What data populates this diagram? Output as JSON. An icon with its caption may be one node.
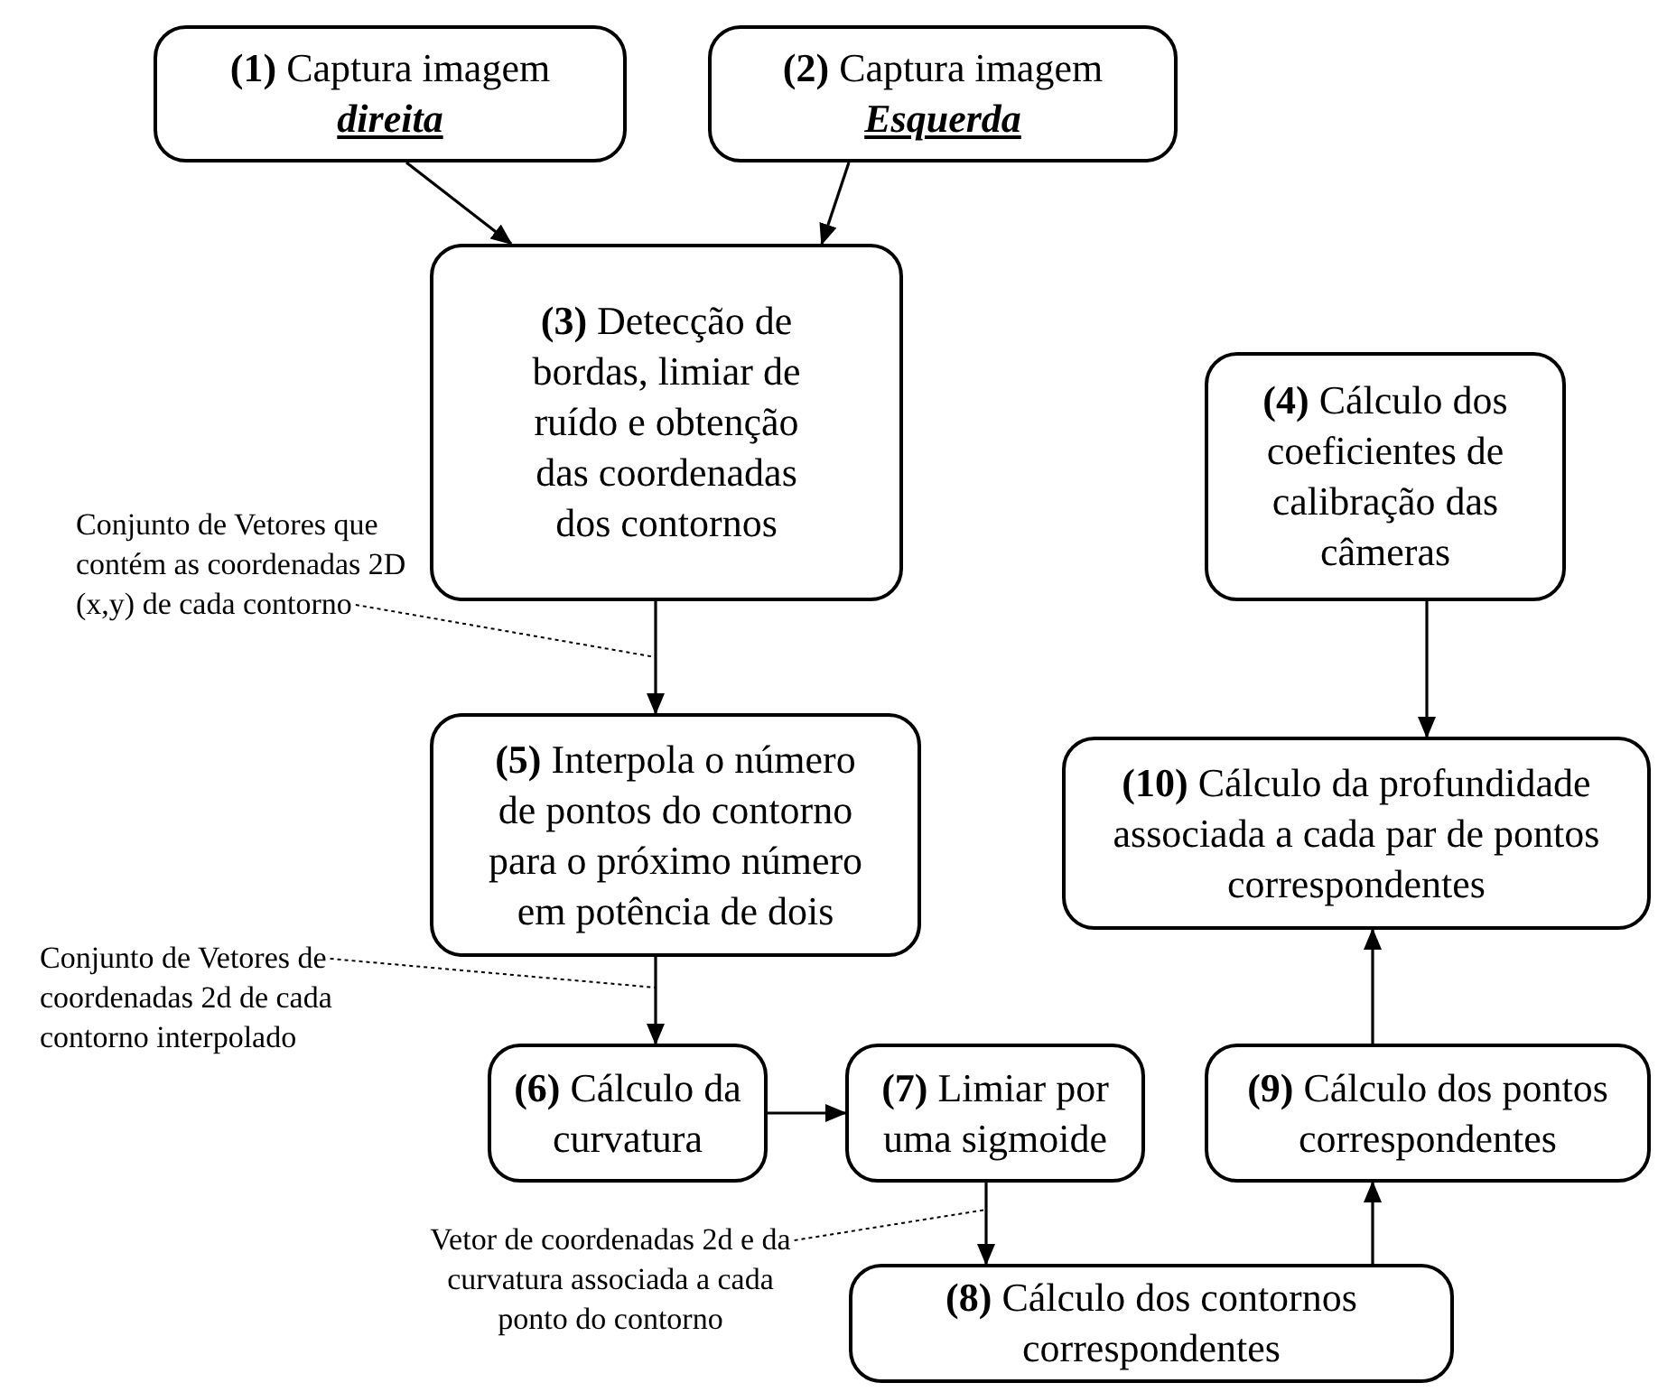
{
  "diagram": {
    "nodes": [
      {
        "text": [
          "**(1)** Captura imagem",
          "direita"
        ]
      },
      {
        "text": [
          "**(2)** Captura imagem",
          "Esquerda"
        ]
      },
      {
        "text": [
          "**(3)** Detecção de bordas, limiar de ruído e obtenção das coordenadas dos contornos"
        ]
      },
      {
        "text": [
          "**(4)** Cálculo dos coeficientes de calibração das câmeras"
        ]
      },
      {
        "text": [
          "Conjunto de Vetores que contém as coordenadas 2D (x,y) de cada contorno"
        ]
      },
      {
        "text": [
          "**(5)** Interpola o número de pontos do contorno para o próximo número em potência de dois"
        ]
      },
      {
        "text": [
          "**(10)** Cálculo da profundidade associada a cada par de pontos correspondentes"
        ]
      },
      {
        "text": [
          "Conjunto de Vetores de coordenadas 2d de cada contorno interpolado"
        ]
      },
      {
        "text": [
          "**(6)** Cálculo da curvatura"
        ]
      },
      {
        "text": [
          "**(7)** Limiar por uma sigmoide"
        ]
      },
      {
        "text": [
          "**(9)** Cálculo dos pontos correspondentes"
        ]
      },
      {
        "text": [
          "Vetor de coordenadas 2d e da curvatura associada a cada ponto do contorno"
        ]
      },
      {
        "text": [
          "**(8)** Cálculo dos contornos correspondentes"
        ]
      }
    ],
    "edges": [
      {
        "from": 0,
        "to": 2,
        "arrow": "to"
      },
      {
        "from": 1,
        "to": 2,
        "arrow": "to"
      },
      {
        "from": 2,
        "to": 5,
        "arrow": "to"
      },
      {
        "from": 3,
        "to": 6,
        "arrow": "to"
      },
      {
        "from": 5,
        "to": 8,
        "arrow": "to"
      },
      {
        "from": 8,
        "to": 9,
        "arrow": "to"
      },
      {
        "from": 9,
        "to": 12,
        "arrow": "to"
      },
      {
        "from": 12,
        "to": 10,
        "arrow": "to"
      },
      {
        "from": 10,
        "to": 6,
        "arrow": "to"
      },
      {
        "from": 4,
        "to": null,
        "arrow": "none",
        "style": "dashed"
      },
      {
        "from": 7,
        "to": null,
        "arrow": "none",
        "style": "dashed"
      },
      {
        "from": 11,
        "to": null,
        "arrow": "none",
        "style": "dashed"
      }
    ]
  }
}
